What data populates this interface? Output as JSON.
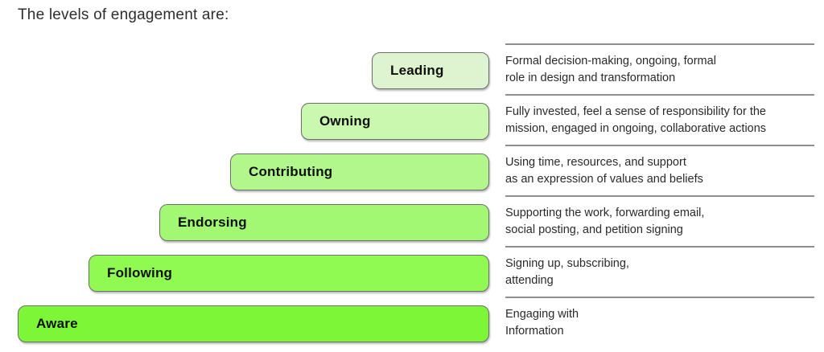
{
  "title": "The levels of engagement are:",
  "diagram": {
    "levels": [
      {
        "label": "Leading",
        "description": "Formal decision-making, ongoing, formal\nrole in design and transformation",
        "color": "#def3cf"
      },
      {
        "label": "Owning",
        "description": "Fully invested, feel a sense of responsibility for the\nmission, engaged in ongoing, collaborative actions",
        "color": "#c9f8ae"
      },
      {
        "label": "Contributing",
        "description": "Using time, resources, and support\nas an expression of values and beliefs",
        "color": "#b1f78b"
      },
      {
        "label": "Endorsing",
        "description": "Supporting the work, forwarding email,\nsocial posting, and petition signing",
        "color": "#a2f873"
      },
      {
        "label": "Following",
        "description": "Signing up, subscribing,\nattending",
        "color": "#90fa52"
      },
      {
        "label": "Aware",
        "description": "Engaging with\nInformation",
        "color": "#7cf636"
      }
    ],
    "bar_border_color": "#6e6e6e",
    "separator_color": "#8f8f8f"
  }
}
